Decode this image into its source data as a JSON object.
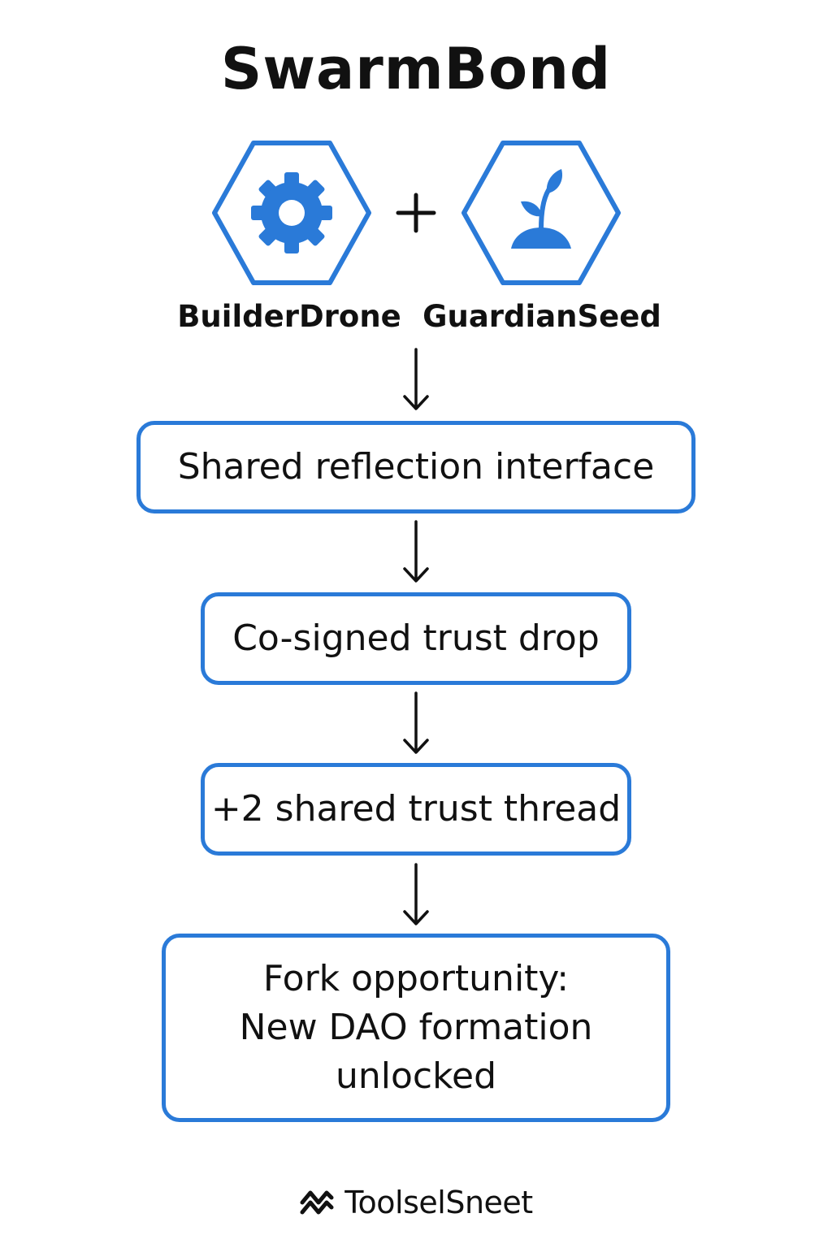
{
  "title": "SwarmBond",
  "accent_color": "#2a7ad8",
  "agents": [
    {
      "name": "BuilderDrone",
      "icon": "gear-icon"
    },
    {
      "name": "GuardianSeed",
      "icon": "sprout-icon"
    }
  ],
  "combine_symbol": "plus-icon",
  "steps": [
    {
      "lines": [
        "Shared reflection interface"
      ]
    },
    {
      "lines": [
        "Co-signed trust drop"
      ]
    },
    {
      "lines": [
        "+2 shared trust thread"
      ]
    },
    {
      "lines": [
        "Fork opportunity:",
        "New DAO formation",
        "unlocked"
      ]
    }
  ],
  "footer": {
    "brand": "ToolselSneet",
    "logo_icon": "zigzag-logo-icon"
  }
}
